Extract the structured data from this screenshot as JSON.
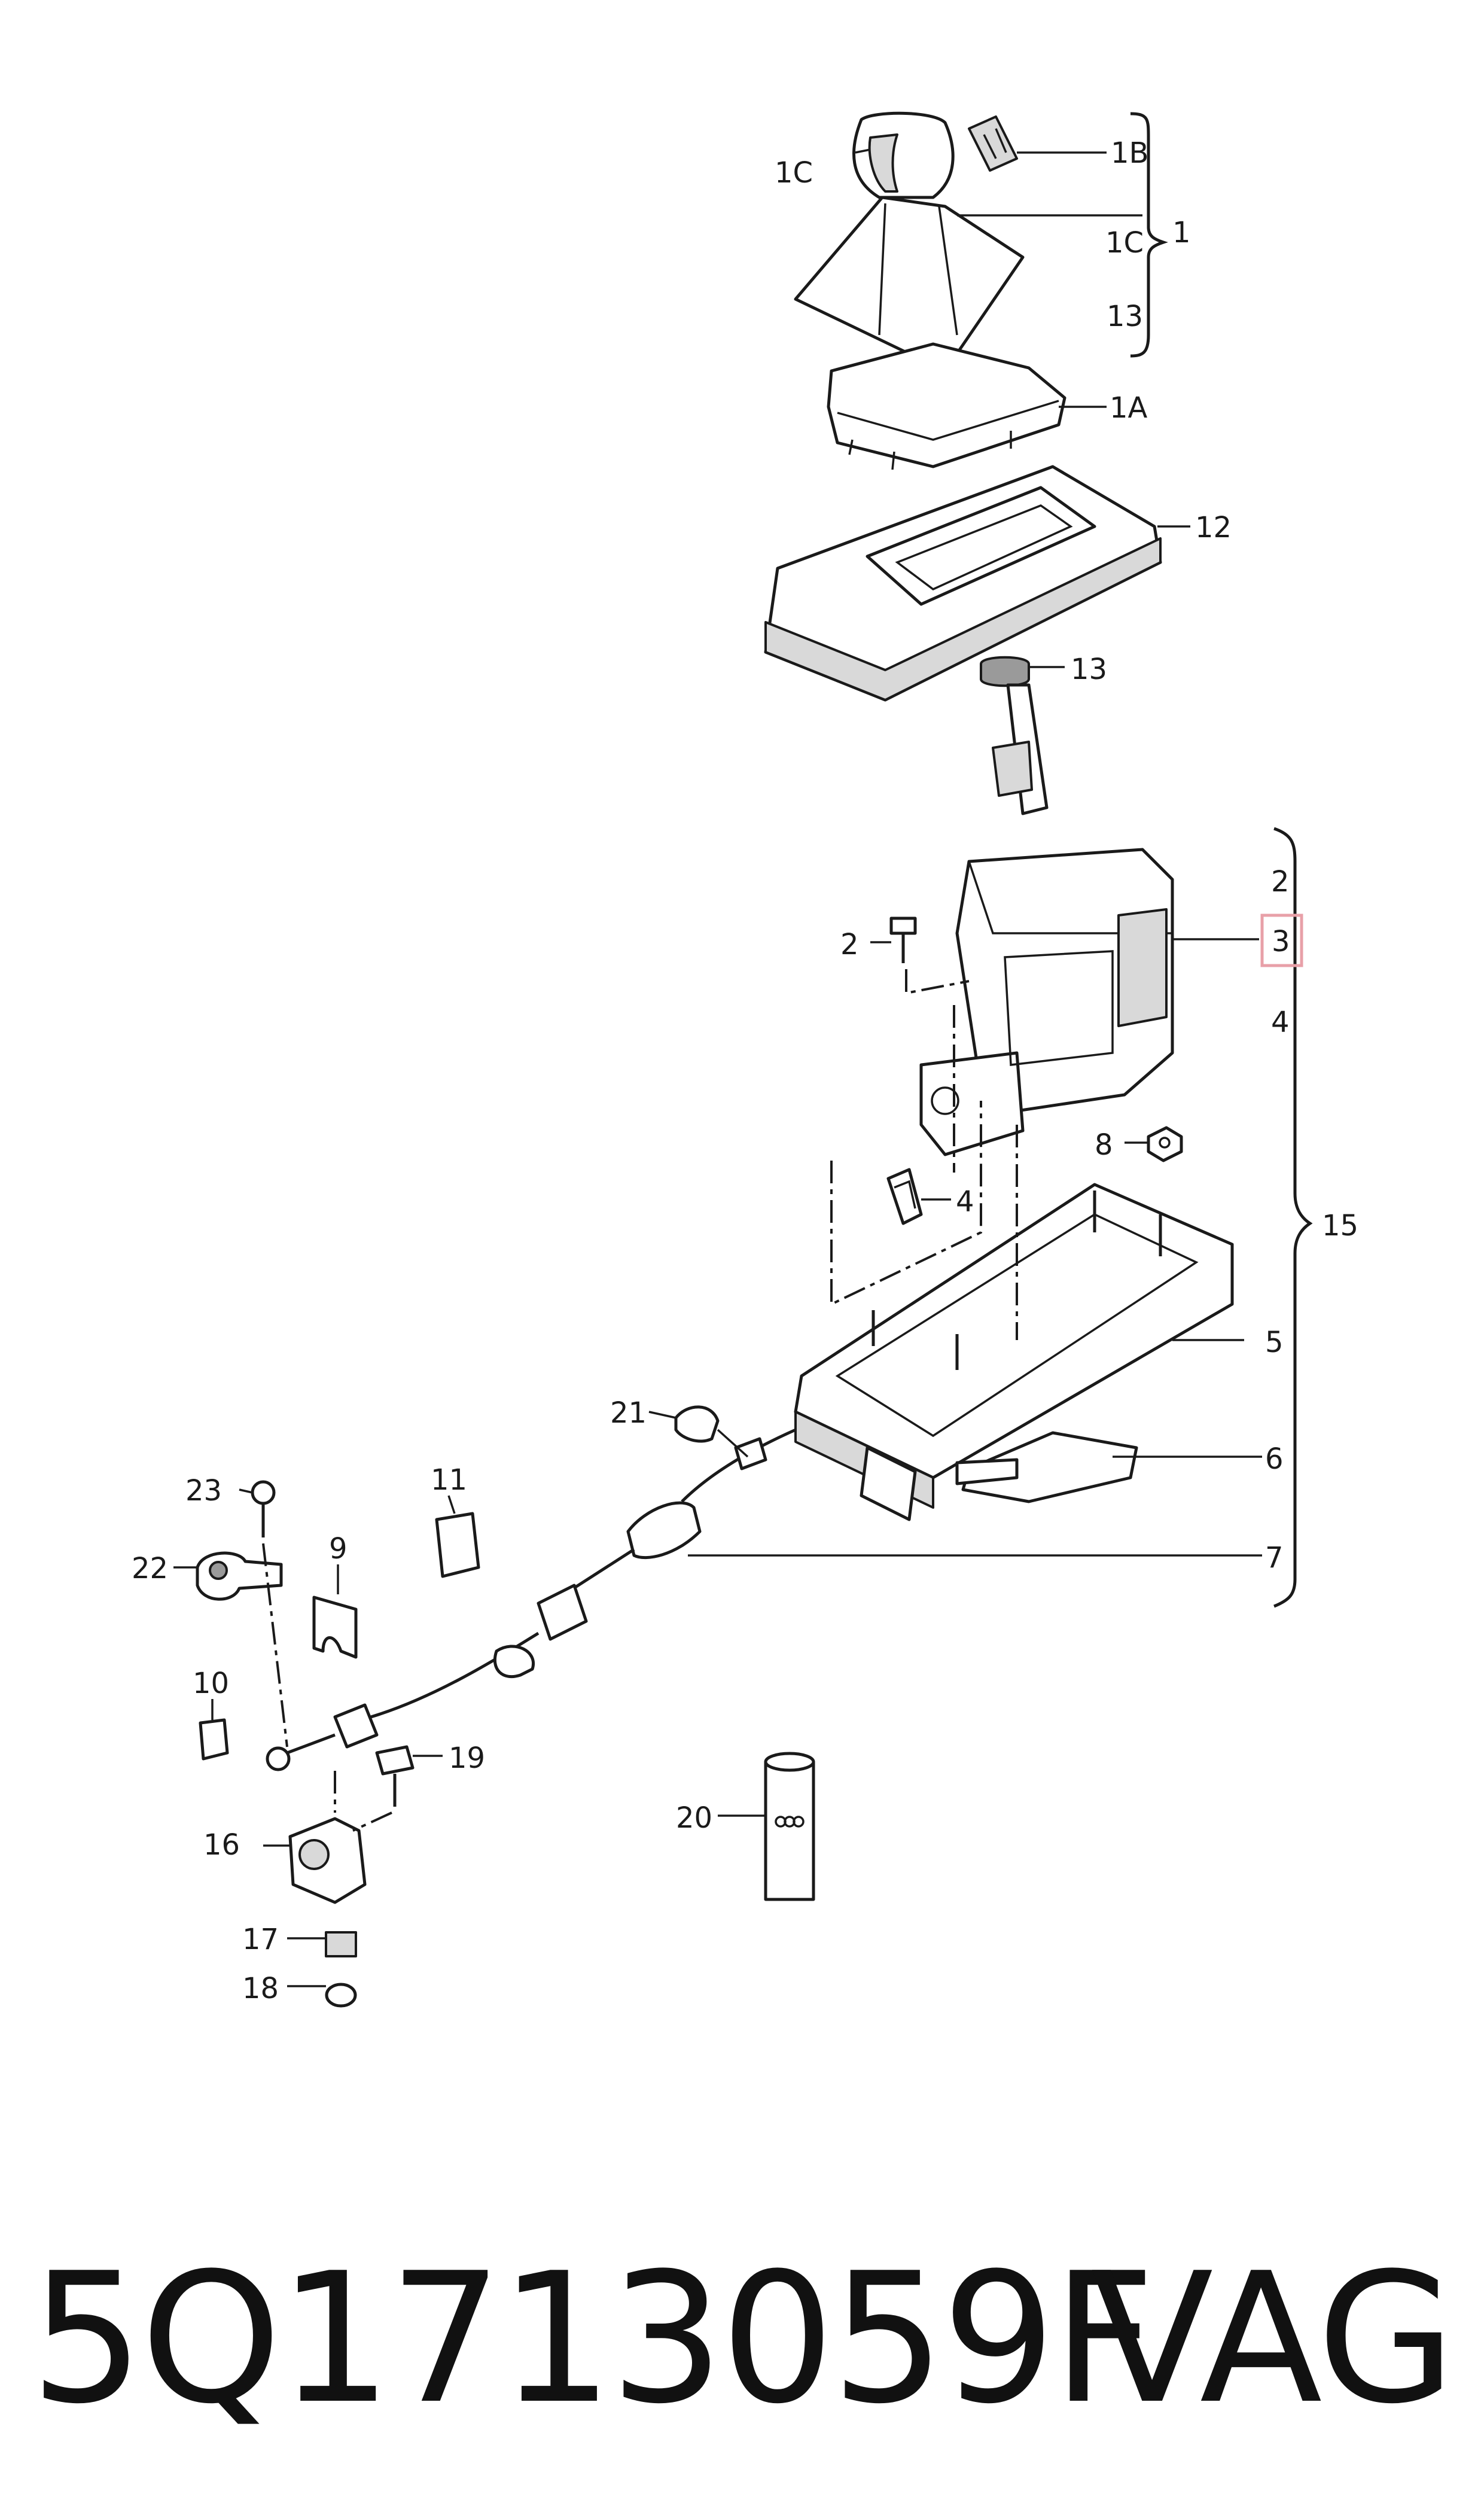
{
  "callouts": {
    "c1C_a": "1C",
    "c1B": "1B",
    "c1C_b": "1C",
    "c1": "1",
    "c13_a": "13",
    "c1A": "1A",
    "c12": "12",
    "c13_b": "13",
    "c2_a": "2",
    "c2_b": "2",
    "c3": "3",
    "c4_a": "4",
    "c4_b": "4",
    "c5": "5",
    "c6": "6",
    "c7": "7",
    "c8": "8",
    "c9": "9",
    "c10": "10",
    "c11": "11",
    "c15": "15",
    "c16": "16",
    "c17": "17",
    "c18": "18",
    "c19": "19",
    "c20": "20",
    "c21": "21",
    "c22": "22",
    "c23": "23"
  },
  "highlight_color": "#e8a0a8",
  "footer": {
    "part_number": "5Q1713059F",
    "brand": "VAG"
  }
}
